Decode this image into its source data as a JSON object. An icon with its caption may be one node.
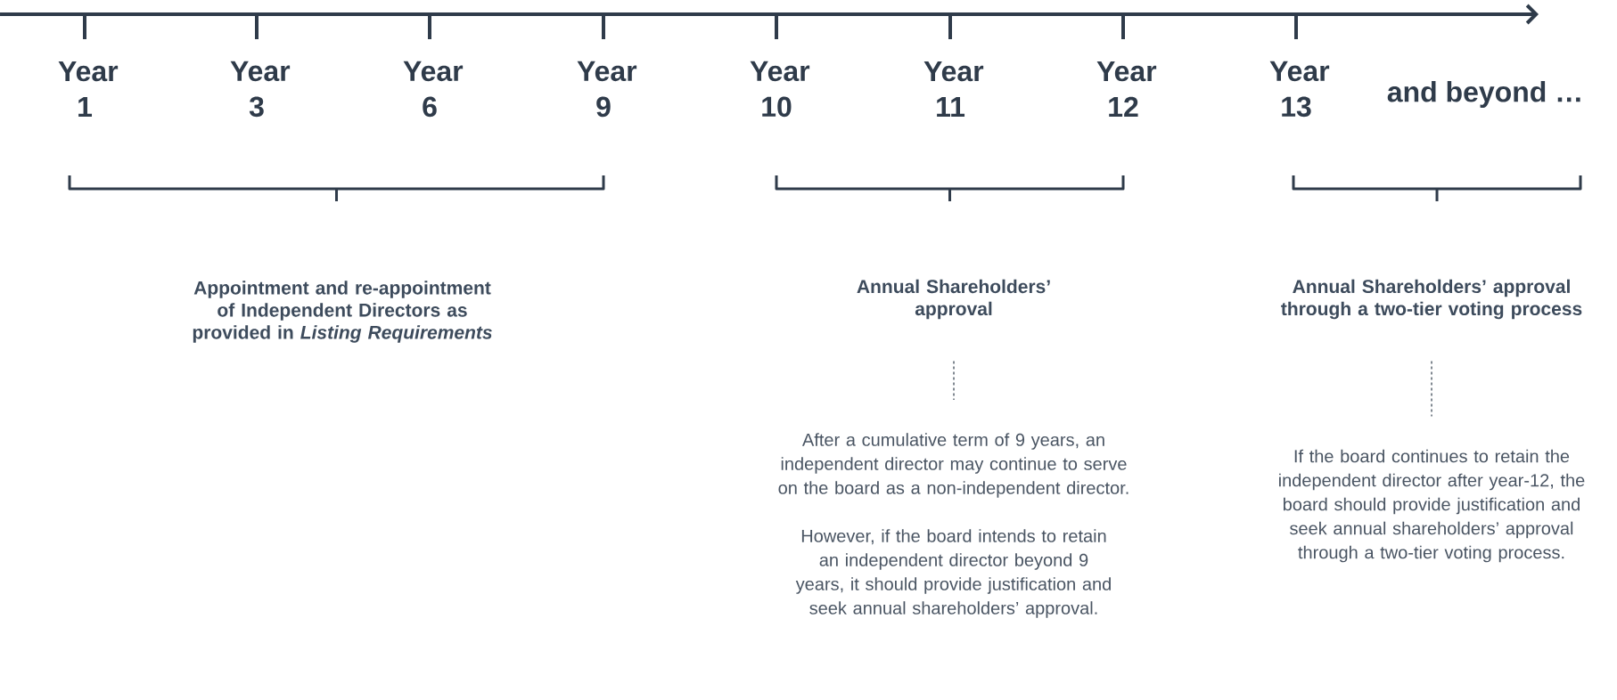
{
  "diagram": {
    "nodes": [
      {
        "text": [
          "Appointment and re-appointment of Independent Directors as provided in *Listing Requirements*"
        ]
      },
      {
        "text": [
          "Annual Shareholders’ approval"
        ]
      },
      {
        "text": [
          "After a cumulative term of 9 years, an independent director may continue to serve on the board as a non-independent director.",
          "However, if the board intends to retain an independent director beyond 9 years, it should provide justification and seek annual shareholders’ approval."
        ]
      },
      {
        "text": [
          "Annual Shareholders’ approval through a two-tier voting process"
        ]
      },
      {
        "text": [
          "If the board continues to retain the independent director after year-12, the board should provide justification and seek annual shareholders’ approval through a two-tier voting process."
        ]
      }
    ],
    "edges": [
      {
        "from": 1,
        "to": 2,
        "arrow": "none",
        "style": "dashed"
      },
      {
        "from": 3,
        "to": 4,
        "arrow": "none",
        "style": "dashed"
      }
    ],
    "labels": [
      "Year 1",
      "Year 3",
      "Year 6",
      "Year 9",
      "Year 10",
      "Year 11",
      "Year 12",
      "Year 13",
      "and beyond …"
    ]
  }
}
